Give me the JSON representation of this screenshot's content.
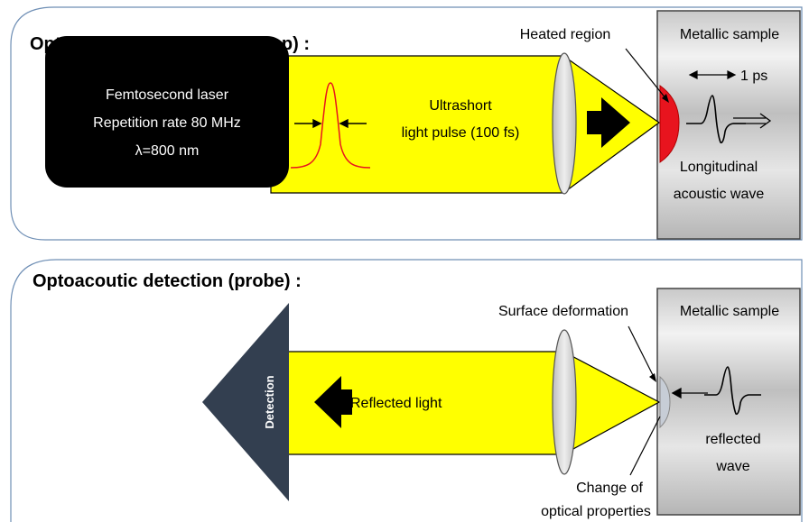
{
  "pump": {
    "title": "Optoacoutic generation (pump) :",
    "laser_line1": "Femtosecond laser",
    "laser_line2": "Repetition rate 80 MHz",
    "laser_line3": "λ=800 nm",
    "pulse_line1": "Ultrashort",
    "pulse_line2": "light pulse (100 fs)",
    "heated_label": "Heated region",
    "sample_label": "Metallic sample",
    "scale_label": "1 ps",
    "wave_line1": "Longitudinal",
    "wave_line2": "acoustic wave"
  },
  "probe": {
    "title": "Optoacoutic detection (probe) :",
    "detection_label": "Detection",
    "reflected_light": "Reflected light",
    "surface_label": "Surface deformation",
    "sample_label": "Metallic sample",
    "wave_line1": "reflected",
    "wave_line2": "wave",
    "change_line1": "Change of",
    "change_line2": "optical properties"
  },
  "colors": {
    "beam": "#ffff00",
    "laser_box": "#000000",
    "detector": "#333f50",
    "panel_border": "#6f8fb5",
    "heated": "#e8141e",
    "pulse": "#e8141e"
  }
}
